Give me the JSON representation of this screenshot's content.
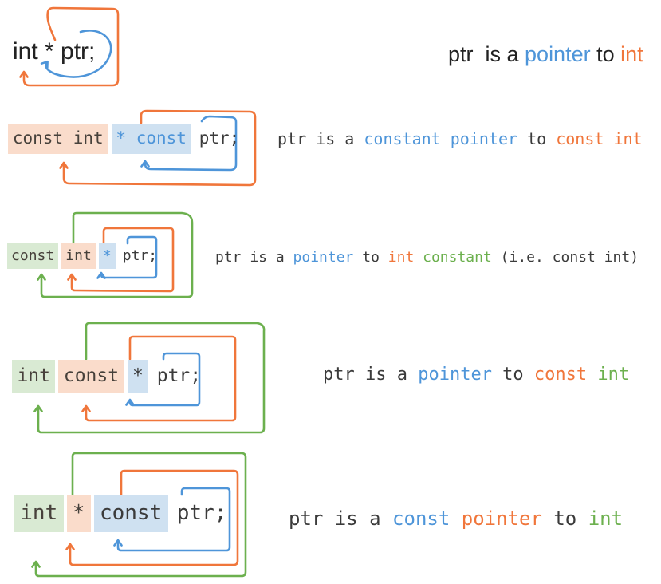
{
  "palette": {
    "orange": "#F0763B",
    "blue": "#4E95D9",
    "green": "#6CB04E",
    "bgOrange": "#FADCCB",
    "bgBlue": "#CFE1F1",
    "bgGreen": "#D9EAD3",
    "dark": "#3B3B3B",
    "codeDark": "#47413B",
    "black": "#222222"
  },
  "rows": [
    {
      "name": "pointer-to-int",
      "code_tokens": [
        {
          "text": "int * ptr;",
          "bg": "none",
          "color": "black"
        }
      ],
      "explanation": [
        {
          "text": "ptr  is a ",
          "color": "black"
        },
        {
          "text": "pointer",
          "color": "blue"
        },
        {
          "text": " to ",
          "color": "black"
        },
        {
          "text": "int",
          "color": "orange"
        }
      ]
    },
    {
      "name": "constant-pointer-to-const-int",
      "code_tokens": [
        {
          "text": "const int",
          "bg": "orange",
          "color": "codeDark"
        },
        {
          "text": "* const",
          "bg": "blue",
          "color": "blue"
        },
        {
          "text": "ptr;",
          "bg": "none",
          "color": "dark"
        }
      ],
      "explanation": [
        {
          "text": "ptr is a ",
          "color": "dark"
        },
        {
          "text": "constant pointer",
          "color": "blue"
        },
        {
          "text": " to ",
          "color": "dark"
        },
        {
          "text": "const int",
          "color": "orange"
        }
      ]
    },
    {
      "name": "pointer-to-int-constant",
      "code_tokens": [
        {
          "text": "const",
          "bg": "green",
          "color": "codeDark"
        },
        {
          "text": "int",
          "bg": "orange",
          "color": "codeDark"
        },
        {
          "text": "*",
          "bg": "blue",
          "color": "blue"
        },
        {
          "text": "ptr;",
          "bg": "none",
          "color": "dark"
        }
      ],
      "explanation": [
        {
          "text": "ptr is a ",
          "color": "dark"
        },
        {
          "text": "pointer",
          "color": "blue"
        },
        {
          "text": " to ",
          "color": "dark"
        },
        {
          "text": "int",
          "color": "orange"
        },
        {
          "text": " constant",
          "color": "green"
        },
        {
          "text": " (i.e. const int)",
          "color": "dark"
        }
      ]
    },
    {
      "name": "pointer-to-const-int",
      "code_tokens": [
        {
          "text": "int",
          "bg": "green",
          "color": "codeDark"
        },
        {
          "text": "const",
          "bg": "orange",
          "color": "codeDark"
        },
        {
          "text": "*",
          "bg": "blue",
          "color": "dark"
        },
        {
          "text": "ptr;",
          "bg": "none",
          "color": "dark"
        }
      ],
      "explanation": [
        {
          "text": "ptr is a ",
          "color": "dark"
        },
        {
          "text": "pointer",
          "color": "blue"
        },
        {
          "text": " to ",
          "color": "dark"
        },
        {
          "text": "const",
          "color": "orange"
        },
        {
          "text": " int",
          "color": "green"
        }
      ]
    },
    {
      "name": "const-pointer-to-int",
      "code_tokens": [
        {
          "text": "int",
          "bg": "green",
          "color": "codeDark"
        },
        {
          "text": "*",
          "bg": "orange",
          "color": "codeDark"
        },
        {
          "text": "const",
          "bg": "blue",
          "color": "dark"
        },
        {
          "text": "ptr;",
          "bg": "none",
          "color": "dark"
        }
      ],
      "explanation": [
        {
          "text": "ptr is a ",
          "color": "dark"
        },
        {
          "text": "const",
          "color": "blue"
        },
        {
          "text": " pointer",
          "color": "orange"
        },
        {
          "text": " to ",
          "color": "dark"
        },
        {
          "text": "int",
          "color": "green"
        }
      ]
    }
  ]
}
